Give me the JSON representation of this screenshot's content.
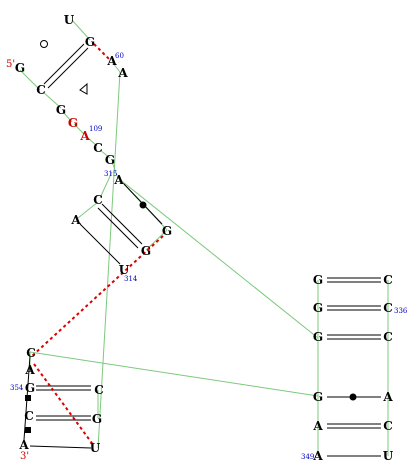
{
  "colors": {
    "backbone": "#7dc97d",
    "pair": "#000000",
    "tertiary": "#dd0000",
    "index": "#0000cc",
    "highlight": "#cc0000"
  },
  "ends": {
    "five_prime": "5'",
    "three_prime": "3'"
  },
  "nucleotides": {
    "n1": "U",
    "n2": "G",
    "n3": "A",
    "n4": "A",
    "n5": "G",
    "n6": "C",
    "n7": "G",
    "n8": "G",
    "n9": "A",
    "n10": "C",
    "n11": "G",
    "n12": "A",
    "n13": "C",
    "n14": "A",
    "n15": "U",
    "n16": "G",
    "n17": "G",
    "n18": "C",
    "n19": "G",
    "n20": "C",
    "n21": "G",
    "n22": "C",
    "n23": "G",
    "n24": "A",
    "n25": "G",
    "n26": "C",
    "n27": "A",
    "n28": "U",
    "n29": "C",
    "n30": "A",
    "n31": "G",
    "n32": "C",
    "n33": "C",
    "n34": "G",
    "n35": "A",
    "n36": "U"
  },
  "indices": {
    "i60": "60",
    "i109": "109",
    "i315": "315",
    "i314": "314",
    "i336": "336",
    "i354": "354",
    "i349": "349"
  }
}
